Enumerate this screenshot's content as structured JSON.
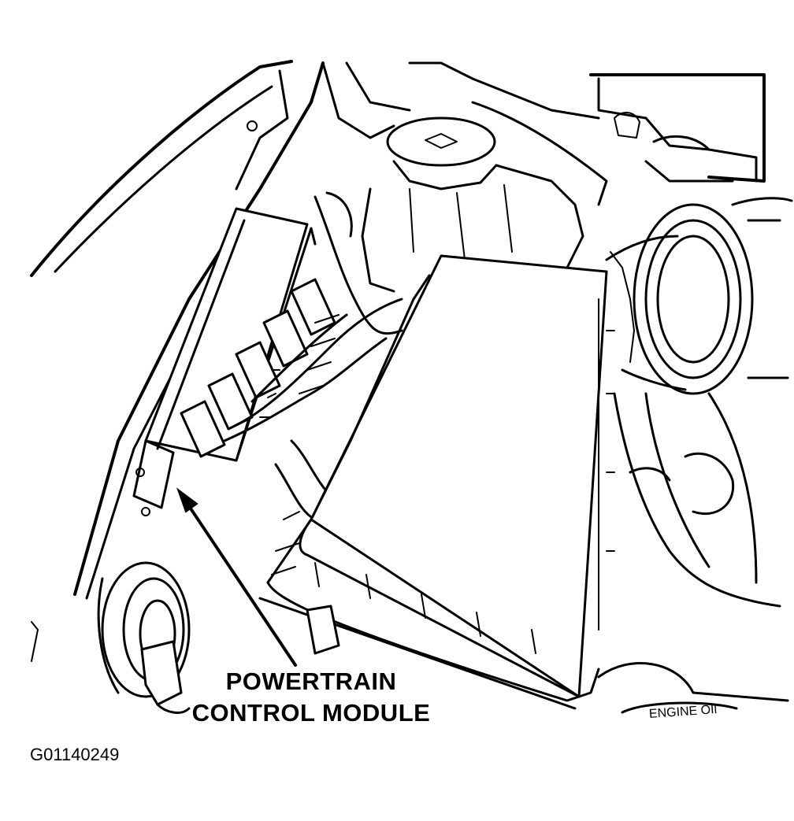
{
  "callout": {
    "line1": "POWERTRAIN",
    "line2": "CONTROL MODULE"
  },
  "figure_id": "G01140249",
  "stamp_text": "ENGINE OIl",
  "icons": [
    "leader-arrow-icon"
  ],
  "colors": {
    "ink": "#000000",
    "paper": "#ffffff"
  }
}
